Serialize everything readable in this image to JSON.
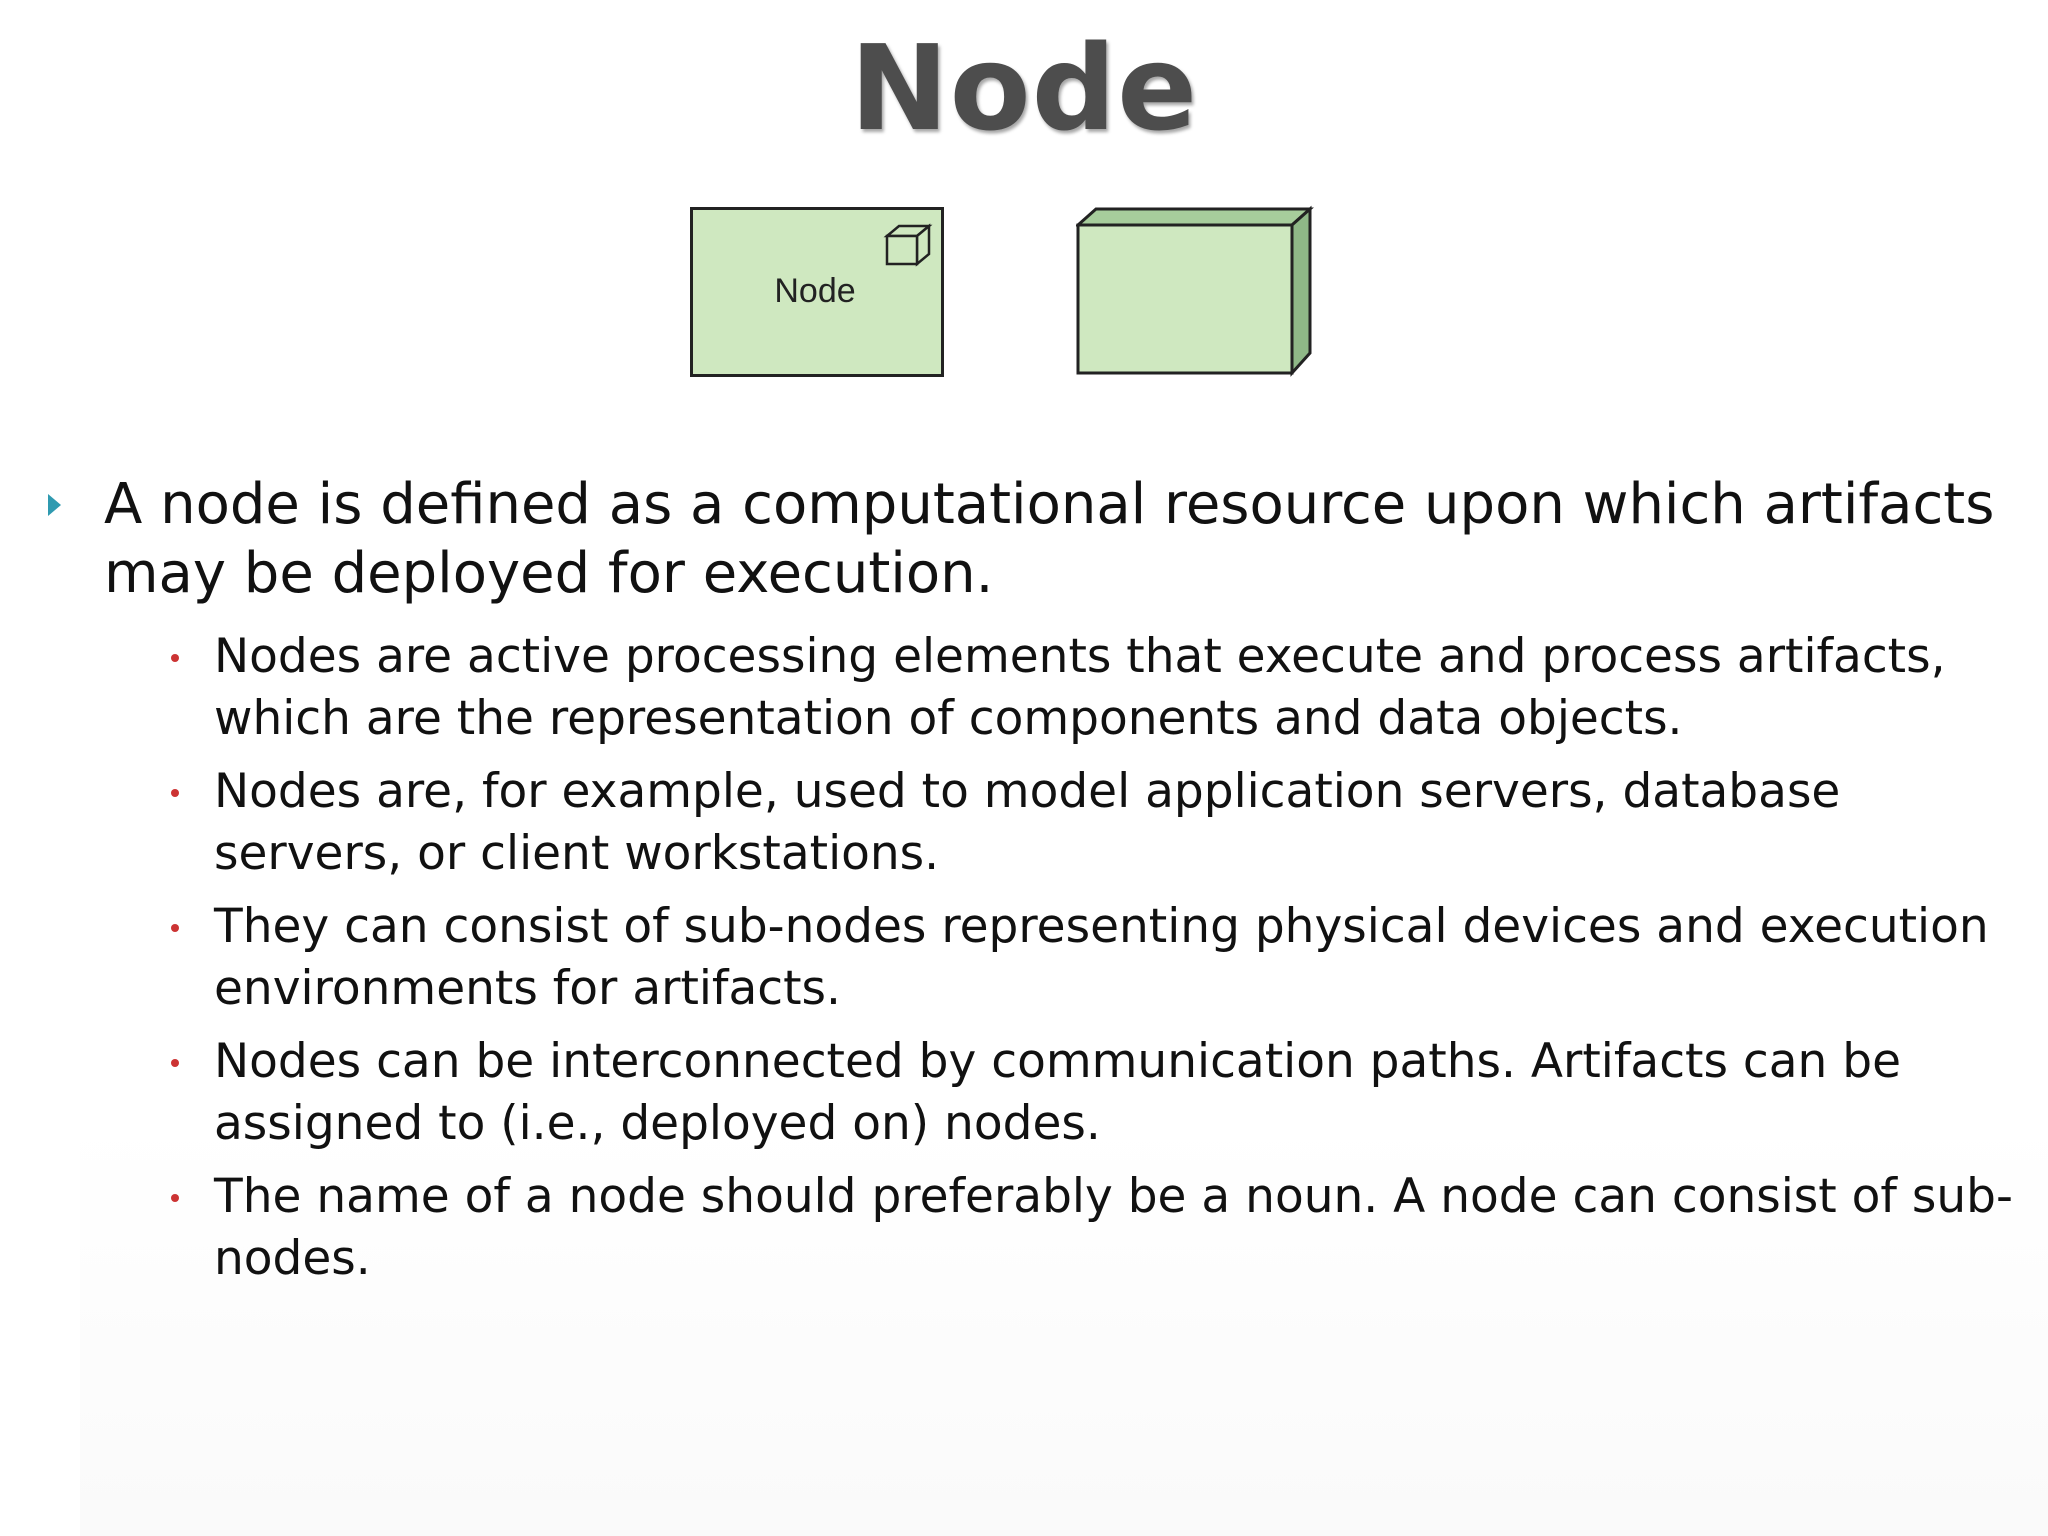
{
  "slide": {
    "title": "Node",
    "figure": {
      "node_label": "Node",
      "fill_color": "#cfe8c0",
      "side_color": "#8fb887",
      "top_color": "#a7cd9c",
      "outline_color": "#222222"
    },
    "main_bullet": "A node is defined as a computational resource upon which artifacts may be deployed for execution.",
    "sub_bullets": [
      "Nodes are active processing elements that execute and process artifacts, which are the representation of components and data objects.",
      "Nodes are, for example, used to model application servers, database servers, or client workstations.",
      "They can consist of sub-nodes representing physical devices and execution environments for artifacts.",
      "Nodes can be interconnected by communication paths. Artifacts can be assigned to (i.e., deployed on) nodes.",
      "The name of a node should preferably be a noun. A node can consist of sub-nodes."
    ],
    "colors": {
      "title": "#4d4d4d",
      "bullet_arrow": "#2f9ab0",
      "sub_bullet_dot": "#cc3333"
    }
  }
}
